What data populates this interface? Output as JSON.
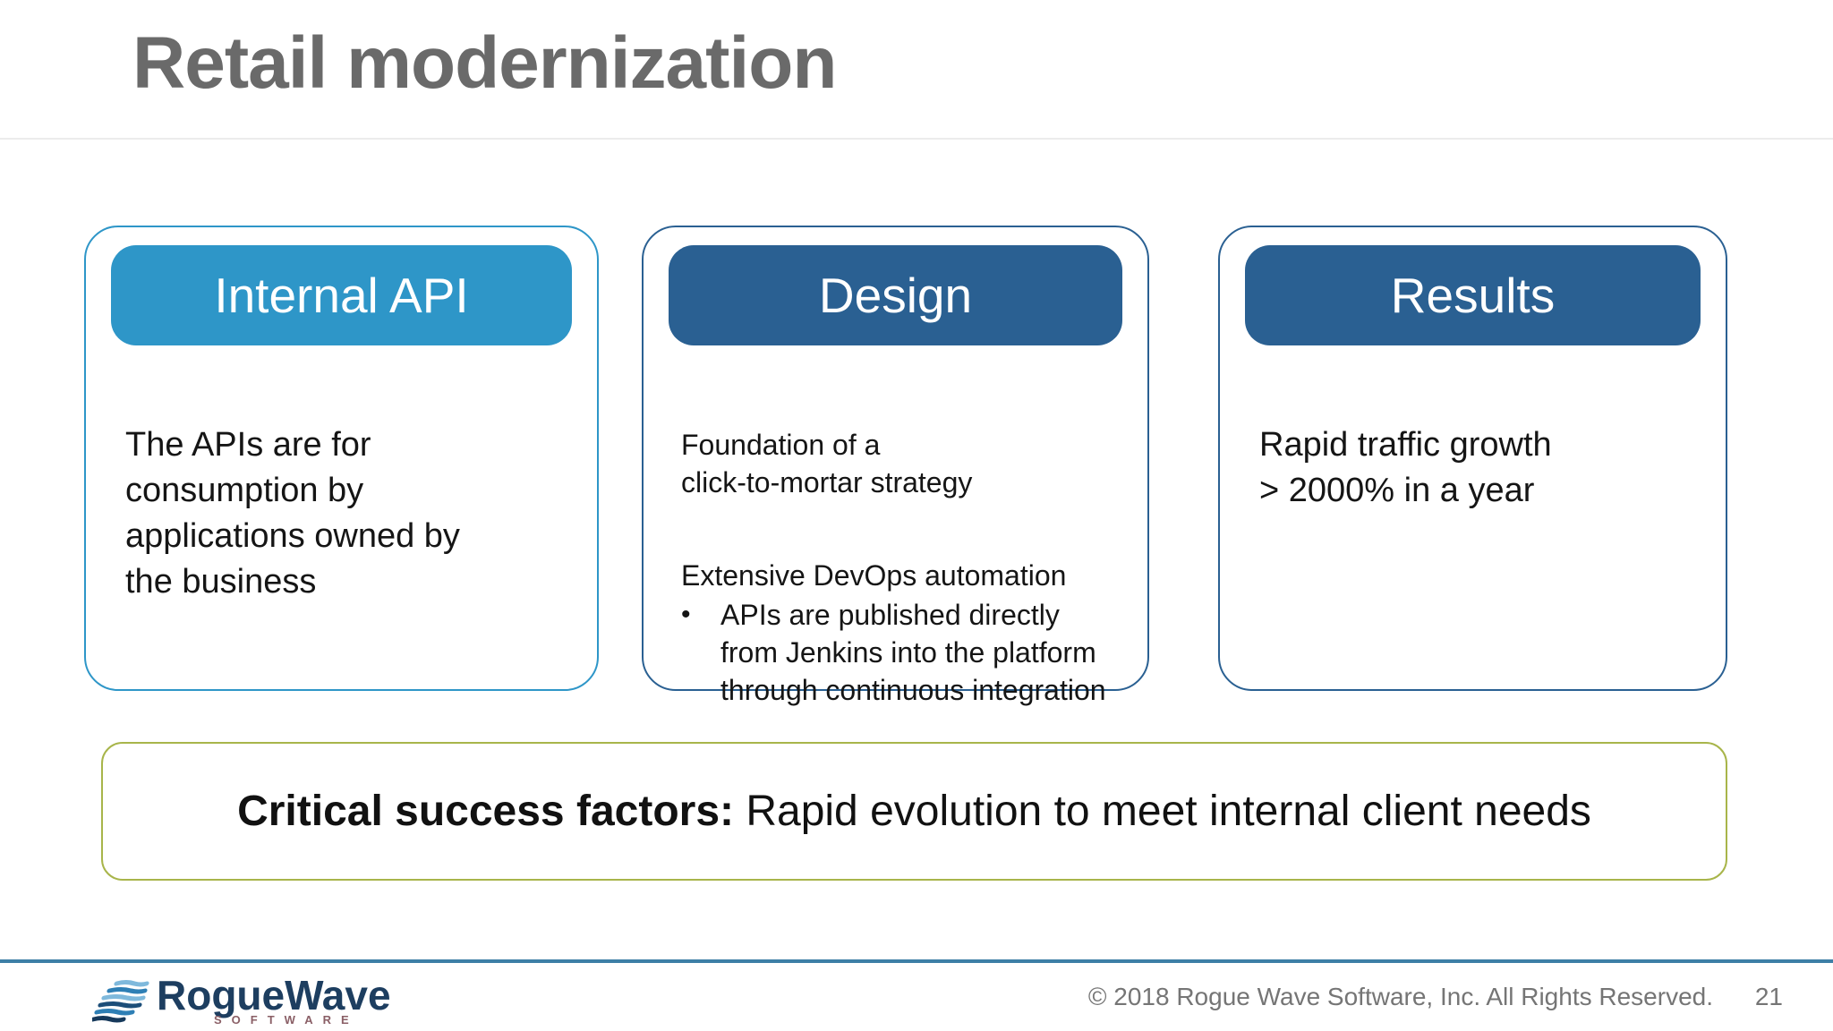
{
  "title": "Retail modernization",
  "cards": [
    {
      "header": "Internal API",
      "accent_color": "#2E96C8",
      "body": "The APIs are for\nconsumption by\napplications owned by\nthe business"
    },
    {
      "header": "Design",
      "accent_color": "#2A6092",
      "intro": "Foundation of a\nclick-to-mortar strategy",
      "subheading": "Extensive DevOps automation",
      "bullet_glyph": "•",
      "bullet": "APIs are published directly\nfrom Jenkins into the platform\nthrough continuous integration"
    },
    {
      "header": "Results",
      "accent_color": "#2A6092",
      "body": "Rapid traffic growth\n> 2000% in a year"
    }
  ],
  "banner": {
    "lead_bold": "Critical success factors:",
    "text": " Rapid evolution to meet internal client needs",
    "border_color": "#A8B54A"
  },
  "footer": {
    "divider_color": "#3D7FA6",
    "logo": {
      "name": "RogueWave",
      "subtitle": "SOFTWARE",
      "icon": "wave-lines-icon"
    },
    "copyright": "© 2018 Rogue Wave Software, Inc. All Rights Reserved.",
    "page_number": "21"
  }
}
